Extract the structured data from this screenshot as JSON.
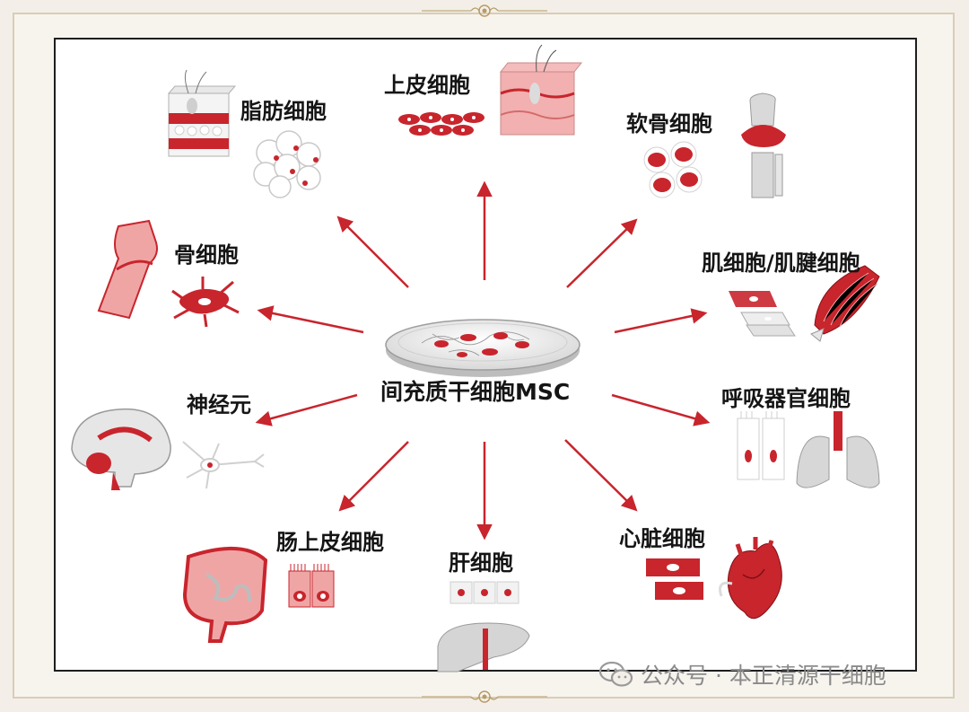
{
  "diagram": {
    "center_label": "间充质干细胞MSC",
    "cell_types": {
      "adipocyte": "脂肪细胞",
      "epithelial": "上皮细胞",
      "chondrocyte": "软骨细胞",
      "osteocyte": "骨细胞",
      "muscle": "肌细胞/肌腱细胞",
      "neuron": "神经元",
      "respiratory": "呼吸器官细胞",
      "intestinal": "肠上皮细胞",
      "hepatocyte": "肝细胞",
      "cardiomyocyte": "心脏细胞"
    }
  },
  "watermark": {
    "text": "公众号 · 本正清源干细胞",
    "icon": "wechat-icon"
  },
  "colors": {
    "accent": "#c8252d",
    "tissue_pink": "#f0a5a5",
    "grey": "#c9c9c9",
    "text": "#151515"
  }
}
